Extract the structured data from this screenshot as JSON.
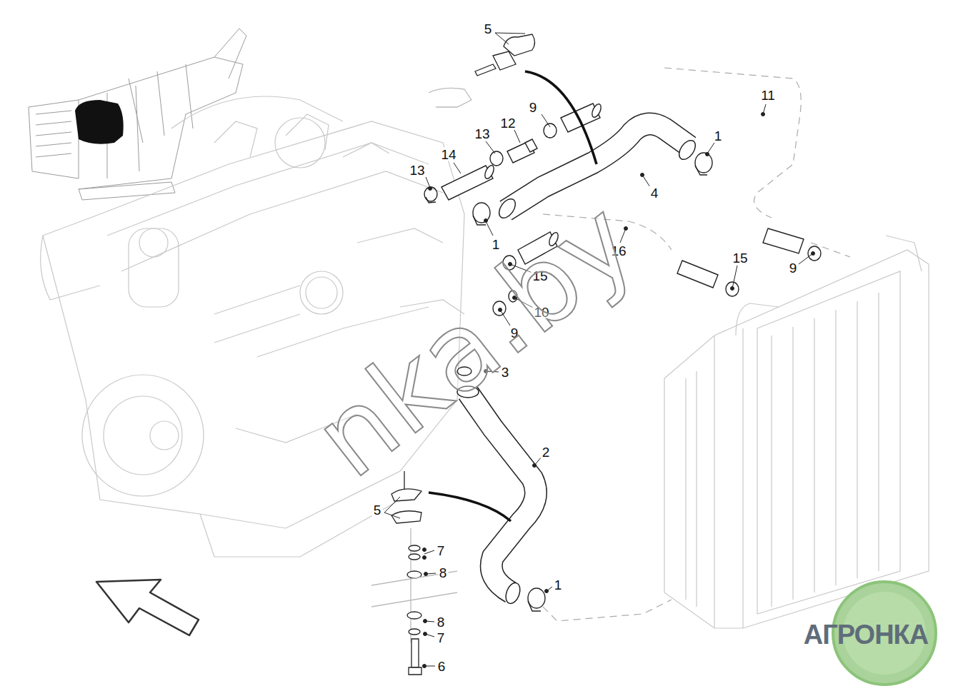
{
  "diagram": {
    "labels": [
      "5",
      "11",
      "9",
      "12",
      "13",
      "1",
      "14",
      "13",
      "4",
      "1",
      "16",
      "15",
      "15",
      "9",
      "10",
      "9",
      "3",
      "2",
      "5",
      "7",
      "8",
      "1",
      "8",
      "7",
      "6",
      "nka.by",
      "АГРОНКА"
    ]
  }
}
